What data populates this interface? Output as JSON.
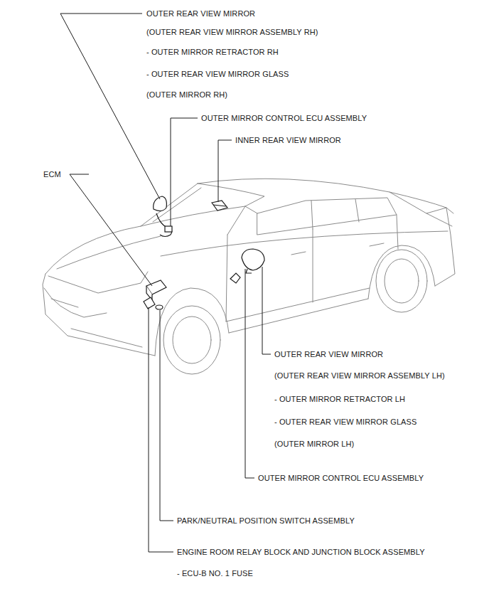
{
  "diagram": {
    "labels": [
      "OUTER REAR VIEW MIRROR",
      "(OUTER REAR VIEW MIRROR ASSEMBLY RH)",
      "- OUTER MIRROR RETRACTOR RH",
      "- OUTER REAR VIEW MIRROR GLASS",
      "(OUTER MIRROR RH)",
      "OUTER MIRROR CONTROL ECU ASSEMBLY",
      "INNER REAR VIEW MIRROR",
      "ECM",
      "OUTER REAR VIEW MIRROR",
      "(OUTER REAR VIEW MIRROR ASSEMBLY LH)",
      "- OUTER MIRROR RETRACTOR LH",
      "- OUTER REAR VIEW MIRROR GLASS",
      "(OUTER MIRROR LH)",
      "OUTER MIRROR CONTROL ECU ASSEMBLY",
      "PARK/NEUTRAL POSITION SWITCH ASSEMBLY",
      "ENGINE ROOM RELAY BLOCK AND JUNCTION BLOCK ASSEMBLY",
      "- ECU-B NO. 1 FUSE"
    ]
  }
}
